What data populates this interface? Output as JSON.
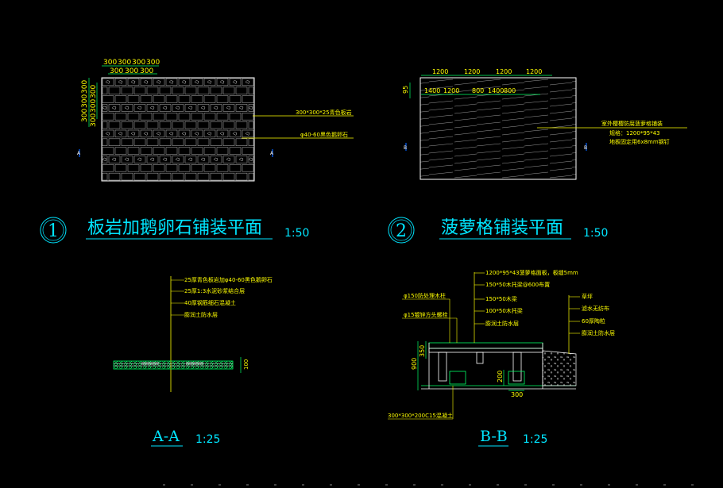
{
  "colors": {
    "background": "#000000",
    "linework": "#ffffff",
    "title_text": "#00e5ff",
    "dimension_yellow": "#ffff00",
    "dimension_green": "#00ff66",
    "hatch": "#9a9a9a",
    "section_marker": "#0060ff"
  },
  "plan1": {
    "dims_top_outer": [
      "300",
      "300",
      "300",
      "300"
    ],
    "dims_top_inner": [
      "300",
      "300",
      "300"
    ],
    "dims_left": [
      "300",
      "300",
      "300",
      "300",
      "300",
      "300"
    ],
    "callout_1": "300*300*25青色板岩",
    "callout_2": "φ40-60黑色鹅卵石",
    "section_mark": "A",
    "number": "1",
    "title": "板岩加鹅卵石铺装平面",
    "scale": "1:50"
  },
  "plan2": {
    "dims_top": [
      "1200",
      "1200",
      "1200",
      "1200"
    ],
    "dims_bottom": [
      "1400",
      "1200",
      "800",
      "1400",
      "800"
    ],
    "dim_left": "95",
    "callout_1": "室外樱樱防腐菠萝格铺装",
    "callout_2": "规格：1200*95*43",
    "callout_3": "地板固定用6x8mm钢钉",
    "section_mark": "B",
    "number": "2",
    "title": "菠萝格铺装平面",
    "scale": "1:50"
  },
  "sectionA": {
    "layers": [
      "25厚青色板岩加φ40-60黑色鹅卵石",
      "25厚1:3水泥砂浆结合层",
      "40厚钢筋细石混凝土",
      "膨润土防水层"
    ],
    "dim_right": "100",
    "title": "A-A",
    "scale": "1:25"
  },
  "sectionB": {
    "left_callouts": [
      "φ150防处理木柱",
      "φ15镀锌方头螺栓"
    ],
    "mid_callouts": [
      "1200*95*43菠萝格面板，板缝5mm",
      "150*50木托梁@600布置",
      "150*50木梁",
      "100*50木托梁",
      "膨润土防水层"
    ],
    "right_callouts": [
      "草坪",
      "滤水无纺布",
      "60厚陶粒",
      "膨润土防水层"
    ],
    "dims_left": [
      "350",
      "900"
    ],
    "dim_mid": "200",
    "dim_bottom": "300",
    "bottom_callout": "300*300*200C15混凝土",
    "title": "B-B",
    "scale": "1:25"
  }
}
